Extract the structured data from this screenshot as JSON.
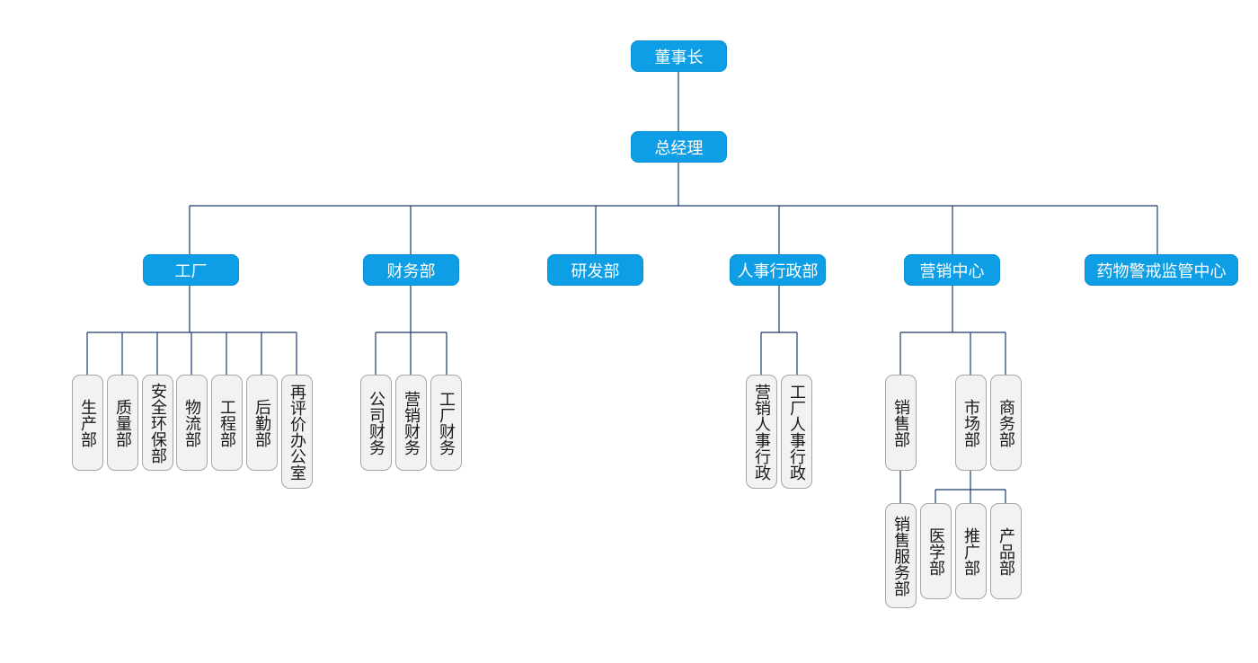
{
  "colors": {
    "blue_fill": "#0d9ee6",
    "grey_fill": "#f2f2f2",
    "connector": "#1f3a6e"
  },
  "org": {
    "chairman": "董事长",
    "gm": "总经理",
    "depts": {
      "factory": "工厂",
      "finance": "财务部",
      "rnd": "研发部",
      "hr": "人事行政部",
      "marketing": "营销中心",
      "pv": "药物警戒监管中心"
    },
    "factory_units": {
      "production": "生产部",
      "quality": "质量部",
      "ehs": "安全环保部",
      "logistics": "物流部",
      "engineering": "工程部",
      "support": "后勤部",
      "reeval": "再评价办公室"
    },
    "finance_units": {
      "company": "公司财务",
      "marketing": "营销财务",
      "factory": "工厂财务"
    },
    "hr_units": {
      "marketing": "营销人事行政",
      "factory": "工厂人事行政"
    },
    "marketing_units": {
      "sales": "销售部",
      "market": "市场部",
      "business": "商务部"
    },
    "sales_units": {
      "service": "销售服务部"
    },
    "market_units": {
      "medical": "医学部",
      "promotion": "推广部",
      "product": "产品部"
    }
  }
}
